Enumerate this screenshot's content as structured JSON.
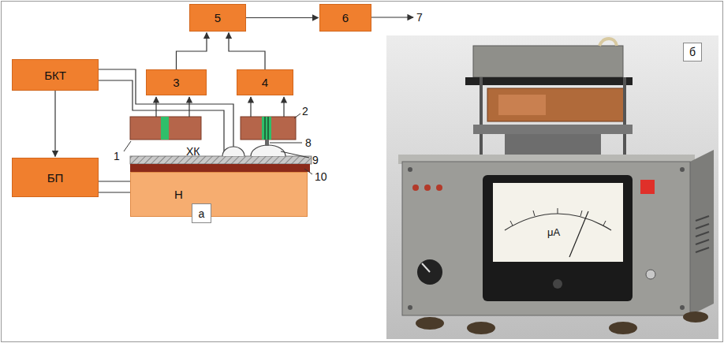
{
  "diagram": {
    "nodes": [
      {
        "text": [
          "5"
        ]
      },
      {
        "text": [
          "6"
        ]
      },
      {
        "text": [
          "3"
        ]
      },
      {
        "text": [
          "4"
        ]
      },
      {
        "text": [
          "БКТ"
        ]
      },
      {
        "text": [
          "БП"
        ]
      },
      {
        "text": [
          "Н"
        ]
      },
      {
        "text": [
          "а"
        ]
      },
      {
        "text": [
          "б"
        ]
      }
    ],
    "edges": [
      {
        "from": 0,
        "to": 1,
        "arrow": "to"
      },
      {
        "from": 2,
        "to": 0,
        "arrow": "to"
      },
      {
        "from": 3,
        "to": 0,
        "arrow": "to"
      },
      {
        "from": 4,
        "to": 5,
        "arrow": "to"
      },
      {
        "from": 5,
        "to": 6,
        "arrow": "none"
      },
      {
        "from": 5,
        "to": 6,
        "arrow": "none"
      }
    ],
    "labels": [
      "7",
      "1",
      "2",
      "ХК",
      "8",
      "9",
      "10",
      "μA"
    ]
  }
}
